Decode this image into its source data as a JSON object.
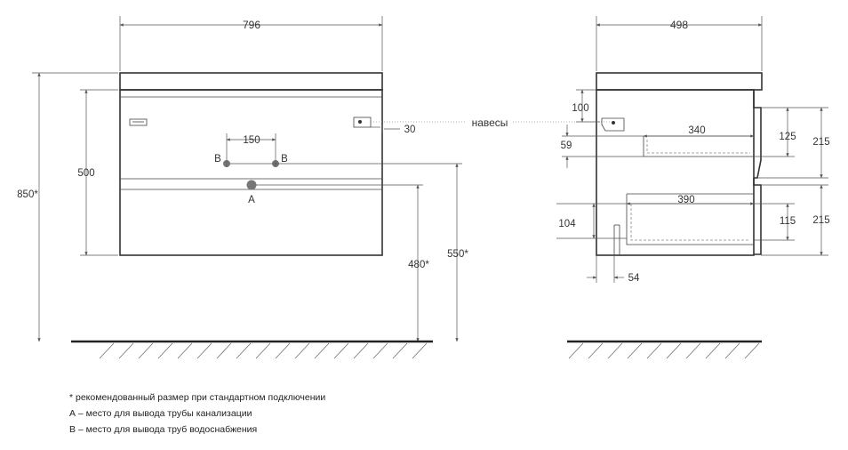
{
  "front_view": {
    "width_dim": "796",
    "overall_height_dim": "850*",
    "body_height_dim": "500",
    "water_spacing_dim": "150",
    "water_label_left": "B",
    "water_label_right": "B",
    "drain_label": "A",
    "hanger_offset_dim": "30",
    "drain_height_dim": "480*",
    "water_height_dim": "550*",
    "hangers_label": "навесы"
  },
  "side_view": {
    "depth_dim": "498",
    "hanger_drop_dim": "100",
    "upper_drawer_depth_dim": "340",
    "upper_drawer_height_dim": "59",
    "upper_inner_dim": "125",
    "upper_front_dim": "215",
    "lower_drawer_depth_dim": "390",
    "lower_drawer_height_dim": "104",
    "lower_inner_dim": "115",
    "lower_front_dim": "215",
    "rear_offset_dim": "54"
  },
  "notes": [
    "* рекомендованный размер при стандартном подключении",
    "А – место для вывода трубы канализации",
    "В – место для вывода труб водоснабжения"
  ],
  "colors": {
    "line": "#333333",
    "pipe_marker": "#777777",
    "floor": "#222222"
  }
}
